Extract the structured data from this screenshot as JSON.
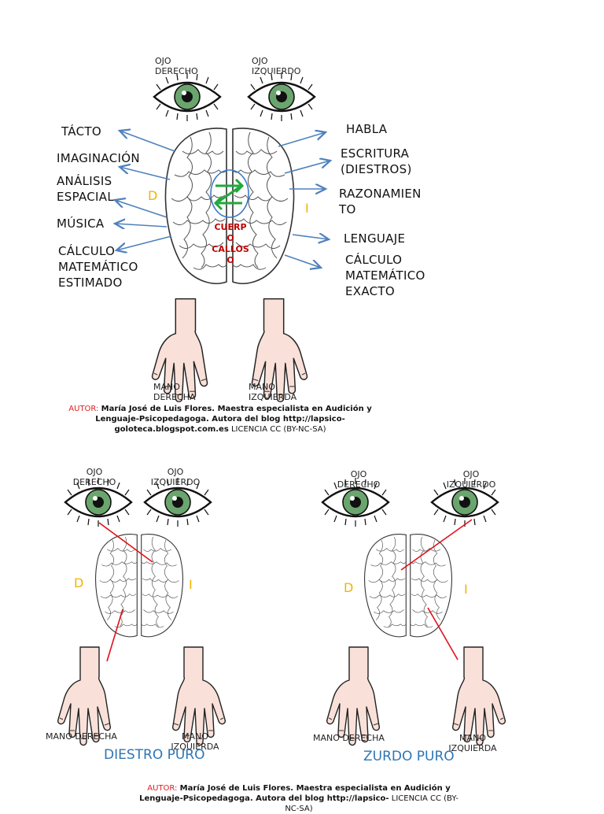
{
  "top": {
    "eye_left_label": "OJO DERECHO",
    "eye_right_label": "OJO IZQUIERDO",
    "left_functions": [
      "TÁCTO",
      "IMAGINACIÓN",
      "ANÁLISIS ESPACIAL",
      "MÚSICA",
      "CÁLCULO MATEMÁTICO ESTIMADO"
    ],
    "right_functions": [
      "HABLA",
      "ESCRITURA (DIESTROS)",
      "RAZONAMIEN TO",
      "LENGUAJE",
      "CÁLCULO MATEMÁTICO EXACTO"
    ],
    "side_left": "D",
    "side_right": "I",
    "corpus_label": "CUERP O CALLOS O",
    "hand_left_label": "MANO DERECHA",
    "hand_right_label": "MANO IZQUIERDA",
    "credit_author_prefix": "AUTOR:",
    "credit_author": "María José de Luis Flores. Maestra especialista en Audición y Lenguaje-Psicopedagoga. Autora del blog http://lapsico-goloteca.blogspot.com.es",
    "credit_license": "LICENCIA CC (BY-NC-SA)"
  },
  "bottom_left": {
    "eye_left_label": "OJO DERECHO",
    "eye_right_label": "OJO IZQUIERDO",
    "side_left": "D",
    "side_right": "I",
    "hand_left_label": "MANO DERECHA",
    "hand_right_label": "MANO IZQUIERDA",
    "type_label": "DIESTRO PURO"
  },
  "bottom_right": {
    "eye_left_label": "OJO DERECHO",
    "eye_right_label": "OJO IZQUIERDO",
    "side_left": "D",
    "side_right": "I",
    "hand_left_label": "MANO DERECHA",
    "hand_right_label": "MANO IZQUIERDA",
    "type_label": "ZURDO PURO"
  },
  "footer": {
    "credit_author_prefix": "AUTOR:",
    "credit_author": "María José de Luis Flores. Maestra especialista en Audición y Lenguaje-Psicopedagoga. Autora del blog http://lapsico-",
    "credit_license": "LICENCIA CC (BY-NC-SA)"
  },
  "colors": {
    "iris": "#6aa56e",
    "arrow": "#4f81bd",
    "side_letter": "#f0b400",
    "red_line": "#e0101a",
    "corpus_arrow": "#1faa3a",
    "type_label": "#2e75b6",
    "hand_fill": "#f9e0d8"
  },
  "icons": [
    "eye-icon",
    "brain-icon",
    "hand-icon",
    "arrow-icon"
  ]
}
